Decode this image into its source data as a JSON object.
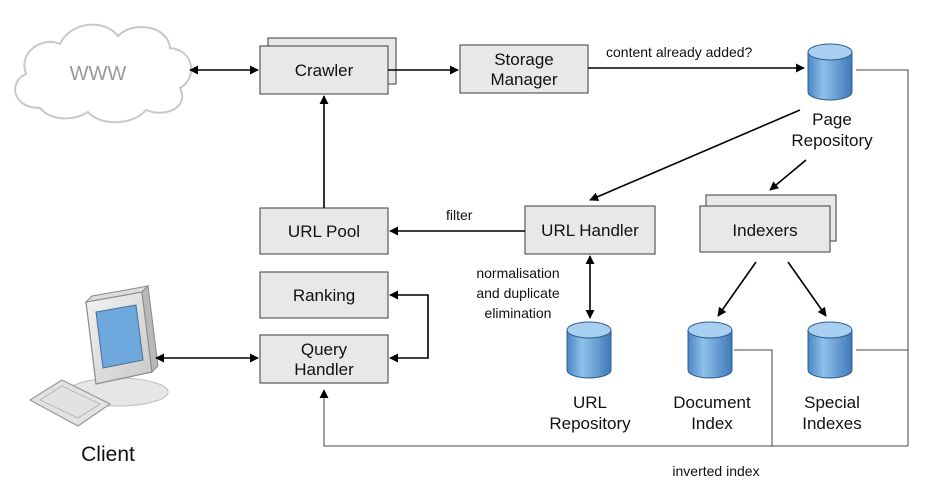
{
  "cloud_label": "WWW",
  "components": {
    "crawler": "Crawler",
    "storage_manager": [
      "Storage",
      "Manager"
    ],
    "url_pool": "URL Pool",
    "url_handler": "URL Handler",
    "indexers": "Indexers",
    "ranking": "Ranking",
    "query_handler": [
      "Query",
      "Handler"
    ]
  },
  "stores": {
    "page_repository": [
      "Page",
      "Repository"
    ],
    "url_repository": [
      "URL",
      "Repository"
    ],
    "document_index": [
      "Document",
      "Index"
    ],
    "special_indexes": [
      "Special",
      "Indexes"
    ]
  },
  "client_label": "Client",
  "edge_labels": {
    "content_check": "content already added?",
    "filter": "filter",
    "normalisation": [
      "normalisation",
      "and duplicate",
      "elimination"
    ],
    "inverted_index": "inverted index"
  },
  "colors": {
    "box_fill": "#e8e8e8",
    "cylinder_fill": "#6fa8dc",
    "cylinder_top": "#a9cff0"
  }
}
